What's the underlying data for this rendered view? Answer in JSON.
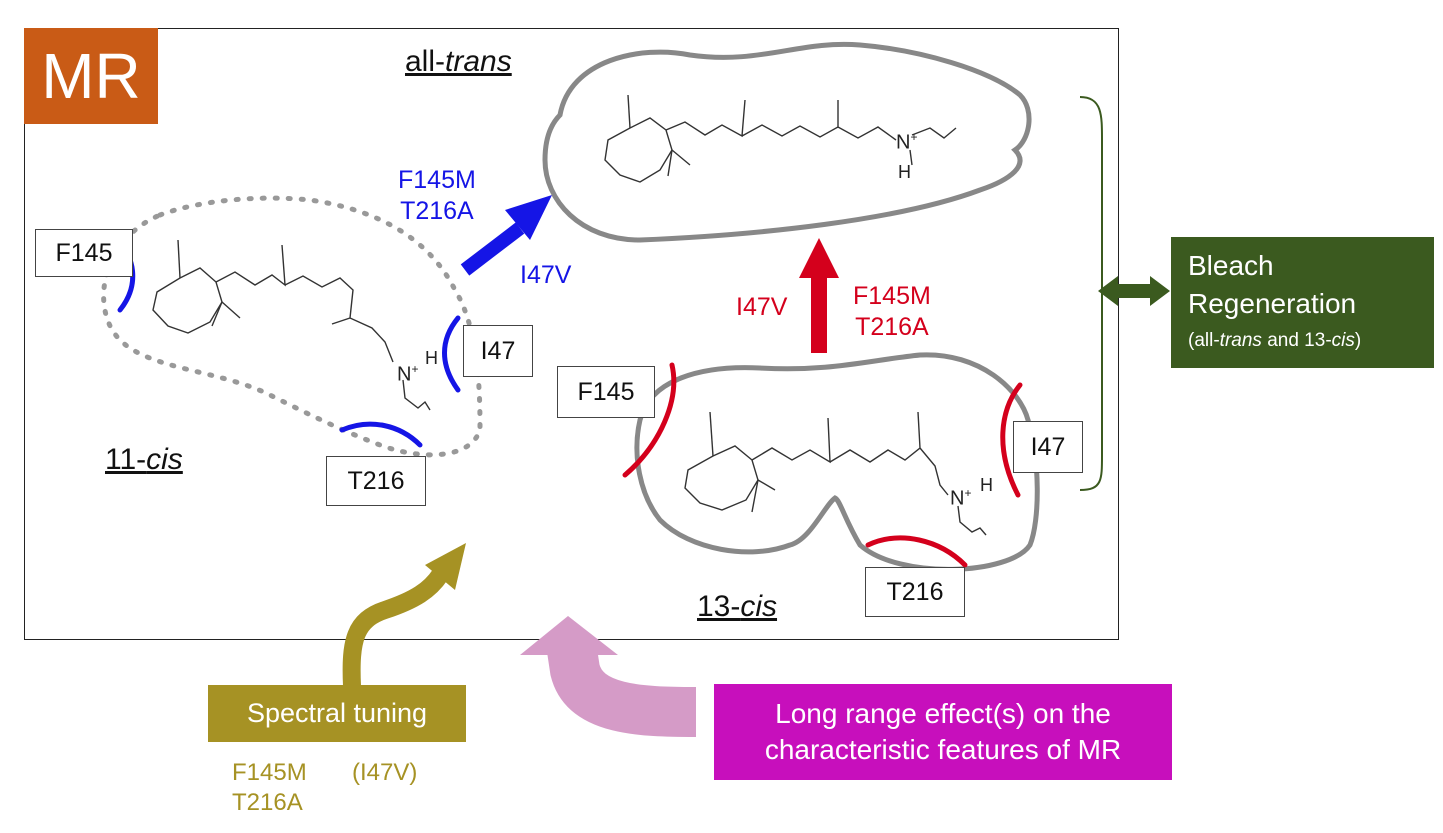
{
  "badge": "MR",
  "isomers": {
    "all_trans": {
      "prefix": "all-",
      "italic": "trans"
    },
    "eleven_cis": {
      "prefix": "11-",
      "italic": "cis"
    },
    "thirteen_cis": {
      "prefix": "13-",
      "italic": "cis"
    }
  },
  "residues": {
    "f145_11cis": "F145",
    "i47_11cis": "I47",
    "t216_11cis": "T216",
    "f145_13cis": "F145",
    "i47_13cis": "I47",
    "t216_13cis": "T216"
  },
  "chem": {
    "n_plus": "N",
    "plus": "+",
    "h": "H"
  },
  "mutations": {
    "blue_line1": "F145M",
    "blue_line2": "T216A",
    "blue_side": "I47V",
    "red_side": "I47V",
    "red_line1": "F145M",
    "red_line2": "T216A"
  },
  "bleach": {
    "line1": "Bleach",
    "line2": "Regeneration",
    "line3_a": "(all-",
    "line3_b": "trans",
    "line3_c": " and 13-",
    "line3_d": "cis",
    "line3_e": ")"
  },
  "spectral": {
    "label": "Spectral tuning",
    "mut1": "F145M",
    "mut2": "(I47V)",
    "mut3": "T216A"
  },
  "longrange": {
    "line1": "Long range effect(s) on the",
    "line2": "characteristic features of MR"
  },
  "colors": {
    "badge": "#c95b16",
    "blue": "#1515e6",
    "red": "#d4001c",
    "olive": "#a69224",
    "green": "#3b5a1f",
    "magenta": "#c70fbc",
    "pink_arrow": "#d59bc7",
    "grey_outline": "#888888"
  }
}
